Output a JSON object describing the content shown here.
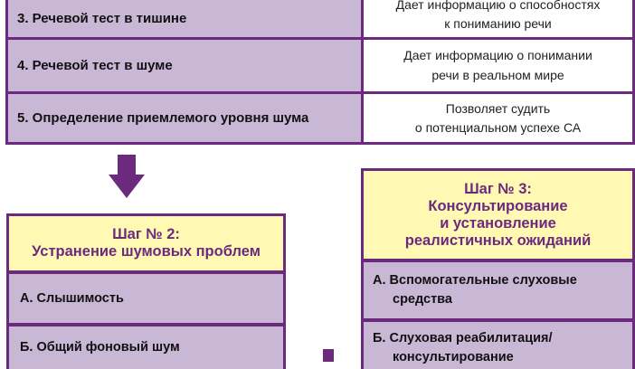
{
  "table": {
    "rows": [
      {
        "left": "3. Речевой тест в тишине",
        "right": [
          "Дает информацию о способностях",
          "к пониманию речи"
        ]
      },
      {
        "left": "4. Речевой тест в шуме",
        "right": [
          "Дает информацию о понимании",
          "речи в реальном мире"
        ]
      },
      {
        "left": "5. Определение приемлемого уровня шума",
        "right": [
          "Позволяет судить",
          "о потенциальном успехе СА"
        ]
      }
    ]
  },
  "step2": {
    "title_line1": "Шаг № 2:",
    "title_line2": "Устранение шумовых проблем",
    "items": [
      "А. Слышимость",
      "Б. Общий фоновый шум"
    ]
  },
  "step3": {
    "title_line1": "Шаг № 3:",
    "title_line2": "Консультирование",
    "title_line3": "и установление",
    "title_line4": "реалистичных ожиданий",
    "items": [
      [
        "А. Вспомогательные слуховые",
        "средства"
      ],
      [
        "Б. Слуховая реабилитация/",
        "консультирование"
      ]
    ]
  },
  "colors": {
    "purple": "#6c2a7e",
    "lavender": "#c9b7d6",
    "yellow": "#fff9b3"
  }
}
